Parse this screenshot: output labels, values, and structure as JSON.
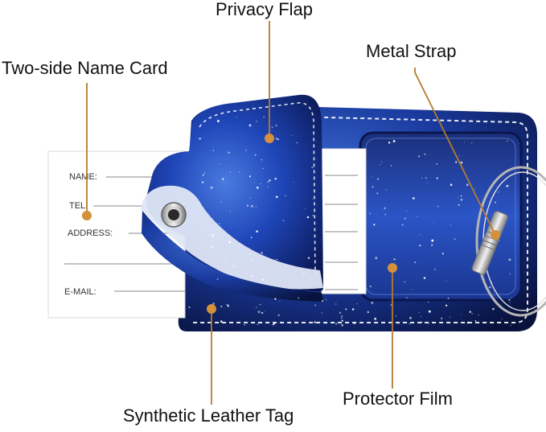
{
  "callouts": {
    "privacy_flap": "Privacy Flap",
    "name_card": "Two-side Name Card",
    "metal_strap": "Metal Strap",
    "protector_film": "Protector Film",
    "leather_tag": "Synthetic Leather Tag"
  },
  "name_card_fields": {
    "name": "NAME:",
    "tel": "TEL:",
    "address": "ADDRESS:",
    "email": "E-MAIL:"
  },
  "colors": {
    "leader_line": "#b77a2c",
    "leader_dot": "#d4903a",
    "galaxy_dark": "#0a1650",
    "galaxy_mid": "#1f46b8",
    "galaxy_light": "#4a7be0",
    "stitch": "#ffffff"
  }
}
